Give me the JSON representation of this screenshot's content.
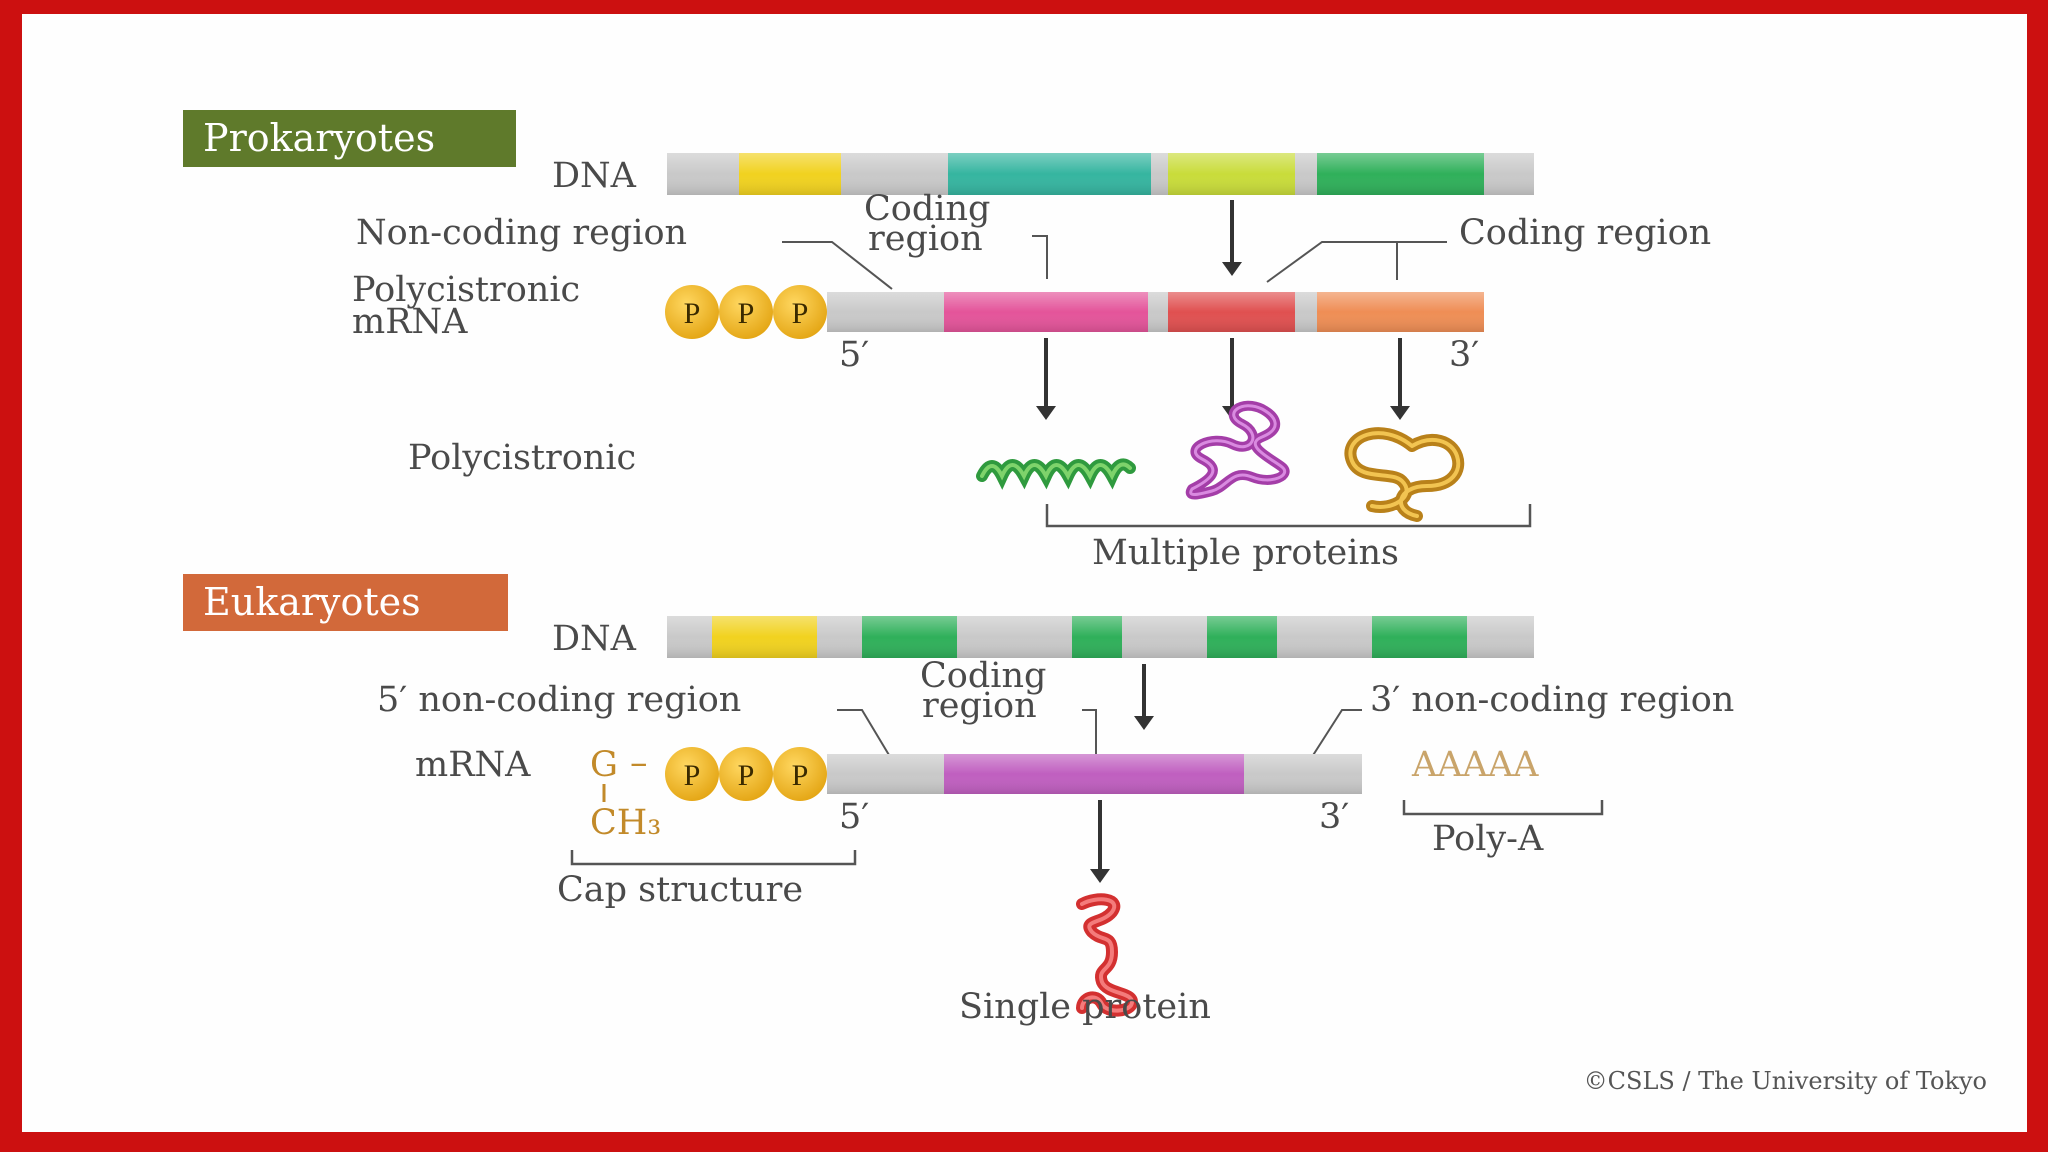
{
  "prokaryotes": {
    "badge": "Prokaryotes",
    "badge_color": "#5f7a2b",
    "dna_label": "DNA",
    "label_noncoding": "Non-coding region",
    "label_coding_middle_line1": "Coding",
    "label_coding_middle_line2": "region",
    "label_coding_right": "Coding region",
    "mrna_label_line1": "Polycistronic",
    "mrna_label_line2": "mRNA",
    "phosphate": "P",
    "five_prime": "5′",
    "three_prime": "3′",
    "polycistronic_label": "Polycistronic",
    "multiple_proteins": "Multiple proteins"
  },
  "eukaryotes": {
    "badge": "Eukaryotes",
    "badge_color": "#d2693a",
    "dna_label": "DNA",
    "label_5noncoding": "5′ non-coding region",
    "label_coding_line1": "Coding",
    "label_coding_line2": "region",
    "label_3noncoding": "3′ non-coding region",
    "mrna_label": "mRNA",
    "cap_g": "G",
    "cap_dash": "–",
    "cap_ch3": "CH₃",
    "phosphate": "P",
    "five_prime": "5′",
    "three_prime": "3′",
    "polya_seq": "AAAAA",
    "polya_label": "Poly-A",
    "cap_structure": "Cap structure",
    "single_protein": "Single protein"
  },
  "credit": "©CSLS / The University of Tokyo",
  "colors": {
    "frame": "#cc1010",
    "gray_segment": "#c9c9c9",
    "yellow": "#f1d21f",
    "teal": "#35b5a0",
    "lime": "#c9dc3a",
    "green": "#2fb05a",
    "pink": "#e4549a",
    "red": "#e05050",
    "orange": "#ef8e55",
    "purple": "#c05fc0",
    "phosphate": "#f0b21a"
  }
}
